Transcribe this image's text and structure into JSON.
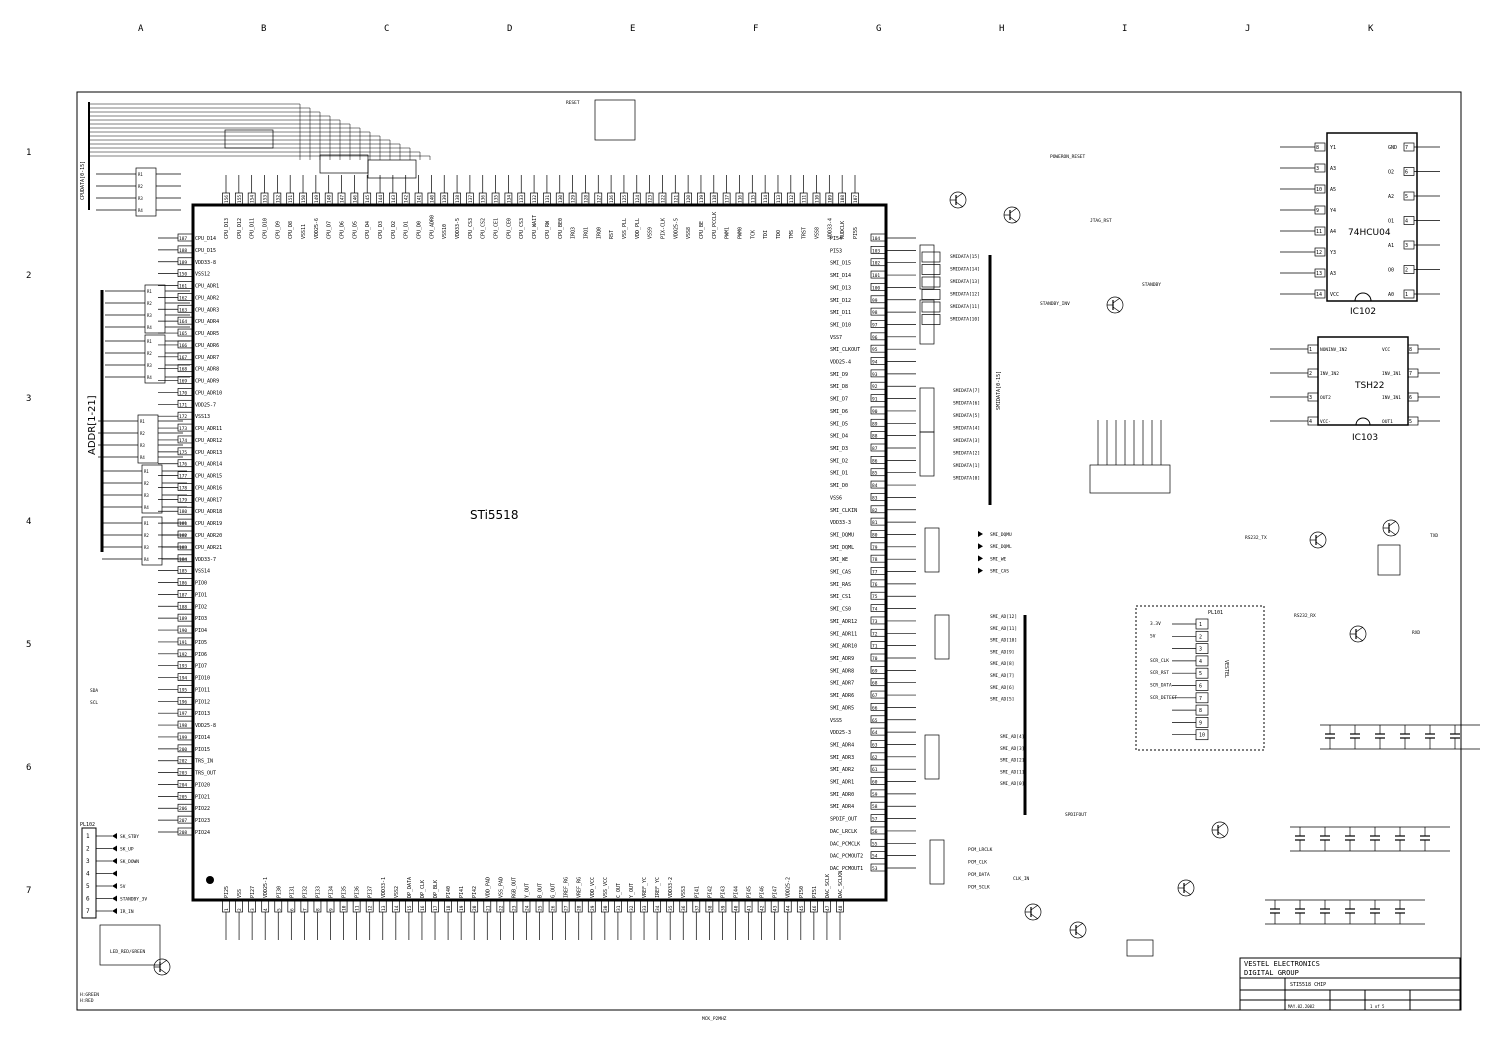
{
  "grid": {
    "columns": [
      "A",
      "B",
      "C",
      "D",
      "E",
      "F",
      "G",
      "H",
      "I",
      "J",
      "K"
    ],
    "rows": [
      "1",
      "2",
      "3",
      "4",
      "5",
      "6",
      "7"
    ]
  },
  "chip_main": {
    "name": "STi5518",
    "left_pins": [
      {
        "num": "187",
        "name": "CPU_D14"
      },
      {
        "num": "188",
        "name": "CPU_D15"
      },
      {
        "num": "189",
        "name": "VDD33-8"
      },
      {
        "num": "150",
        "name": "VSS12"
      },
      {
        "num": "161",
        "name": "CPU_ADR1"
      },
      {
        "num": "162",
        "name": "CPU_ADR2"
      },
      {
        "num": "163",
        "name": "CPU_ADR3"
      },
      {
        "num": "164",
        "name": "CPU_ADR4"
      },
      {
        "num": "165",
        "name": "CPU_ADR5"
      },
      {
        "num": "166",
        "name": "CPU_ADR6"
      },
      {
        "num": "167",
        "name": "CPU_ADR7"
      },
      {
        "num": "168",
        "name": "CPU_ADR8"
      },
      {
        "num": "169",
        "name": "CPU_ADR9"
      },
      {
        "num": "170",
        "name": "CPU_ADR10"
      },
      {
        "num": "171",
        "name": "VDD25-7"
      },
      {
        "num": "172",
        "name": "VSS13"
      },
      {
        "num": "173",
        "name": "CPU_ADR11"
      },
      {
        "num": "174",
        "name": "CPU_ADR12"
      },
      {
        "num": "175",
        "name": "CPU_ADR13"
      },
      {
        "num": "176",
        "name": "CPU_ADR14"
      },
      {
        "num": "177",
        "name": "CPU_ADR15"
      },
      {
        "num": "178",
        "name": "CPU_ADR16"
      },
      {
        "num": "179",
        "name": "CPU_ADR17"
      },
      {
        "num": "180",
        "name": "CPU_ADR18"
      },
      {
        "num": "181",
        "name": "CPU_ADR19"
      },
      {
        "num": "182",
        "name": "CPU_ADR20"
      },
      {
        "num": "183",
        "name": "CPU_ADR21"
      },
      {
        "num": "184",
        "name": "VDD33-7"
      },
      {
        "num": "185",
        "name": "VSS14"
      },
      {
        "num": "186",
        "name": "PIO0"
      },
      {
        "num": "187",
        "name": "PIO1"
      },
      {
        "num": "188",
        "name": "PIO2"
      },
      {
        "num": "189",
        "name": "PIO3"
      },
      {
        "num": "190",
        "name": "PIO4"
      },
      {
        "num": "191",
        "name": "PIO5"
      },
      {
        "num": "192",
        "name": "PIO6"
      },
      {
        "num": "193",
        "name": "PIO7"
      },
      {
        "num": "194",
        "name": "PIO10"
      },
      {
        "num": "195",
        "name": "PIO11"
      },
      {
        "num": "196",
        "name": "PIO12"
      },
      {
        "num": "197",
        "name": "PIO13"
      },
      {
        "num": "198",
        "name": "VDD25-8"
      },
      {
        "num": "199",
        "name": "PIO14"
      },
      {
        "num": "200",
        "name": "PIO15"
      },
      {
        "num": "202",
        "name": "TRS_IN"
      },
      {
        "num": "203",
        "name": "TRS_OUT"
      },
      {
        "num": "204",
        "name": "PIO20"
      },
      {
        "num": "205",
        "name": "PIO21"
      },
      {
        "num": "206",
        "name": "PIO22"
      },
      {
        "num": "207",
        "name": "PIO23"
      },
      {
        "num": "208",
        "name": "PIO24"
      }
    ],
    "right_pins": [
      {
        "num": "104",
        "name": "PI54"
      },
      {
        "num": "103",
        "name": "PI53"
      },
      {
        "num": "102",
        "name": "SMI_D15"
      },
      {
        "num": "101",
        "name": "SMI_D14"
      },
      {
        "num": "100",
        "name": "SMI_D13"
      },
      {
        "num": "99",
        "name": "SMI_D12"
      },
      {
        "num": "98",
        "name": "SMI_D11"
      },
      {
        "num": "97",
        "name": "SMI_D10"
      },
      {
        "num": "96",
        "name": "VSS7"
      },
      {
        "num": "95",
        "name": "SMI_CLKOUT"
      },
      {
        "num": "94",
        "name": "VDD25-4"
      },
      {
        "num": "93",
        "name": "SMI_D9"
      },
      {
        "num": "92",
        "name": "SMI_D8"
      },
      {
        "num": "91",
        "name": "SMI_D7"
      },
      {
        "num": "90",
        "name": "SMI_D6"
      },
      {
        "num": "89",
        "name": "SMI_D5"
      },
      {
        "num": "88",
        "name": "SMI_D4"
      },
      {
        "num": "87",
        "name": "SMI_D3"
      },
      {
        "num": "86",
        "name": "SMI_D2"
      },
      {
        "num": "85",
        "name": "SMI_D1"
      },
      {
        "num": "84",
        "name": "SMI_D0"
      },
      {
        "num": "83",
        "name": "VSS6"
      },
      {
        "num": "82",
        "name": "SMI_CLKIN"
      },
      {
        "num": "81",
        "name": "VDD33-3"
      },
      {
        "num": "80",
        "name": "SMI_DQMU"
      },
      {
        "num": "79",
        "name": "SMI_DQML"
      },
      {
        "num": "78",
        "name": "SMI_WE"
      },
      {
        "num": "77",
        "name": "SMI_CAS"
      },
      {
        "num": "76",
        "name": "SMI_RAS"
      },
      {
        "num": "75",
        "name": "SMI_CS1"
      },
      {
        "num": "74",
        "name": "SMI_CS0"
      },
      {
        "num": "73",
        "name": "SMI_ADR12"
      },
      {
        "num": "72",
        "name": "SMI_ADR11"
      },
      {
        "num": "71",
        "name": "SMI_ADR10"
      },
      {
        "num": "70",
        "name": "SMI_ADR9"
      },
      {
        "num": "69",
        "name": "SMI_ADR8"
      },
      {
        "num": "68",
        "name": "SMI_ADR7"
      },
      {
        "num": "67",
        "name": "SMI_ADR6"
      },
      {
        "num": "66",
        "name": "SMI_ADR5"
      },
      {
        "num": "65",
        "name": "VSS5"
      },
      {
        "num": "64",
        "name": "VDD25-3"
      },
      {
        "num": "63",
        "name": "SMI_ADR4"
      },
      {
        "num": "62",
        "name": "SMI_ADR3"
      },
      {
        "num": "61",
        "name": "SMI_ADR2"
      },
      {
        "num": "60",
        "name": "SMI_ADR1"
      },
      {
        "num": "59",
        "name": "SMI_ADR0"
      },
      {
        "num": "58",
        "name": "SMI_ADR4"
      },
      {
        "num": "57",
        "name": "SPDIF_OUT"
      },
      {
        "num": "56",
        "name": "DAC_LRCLK"
      },
      {
        "num": "55",
        "name": "DAC_PCMCLK"
      },
      {
        "num": "54",
        "name": "DAC_PCMOUT2"
      },
      {
        "num": "53",
        "name": "DAC_PCMOUT1"
      }
    ],
    "top_pins": [
      {
        "num": "156",
        "name": "CPU_D13"
      },
      {
        "num": "155",
        "name": "CPU_D12"
      },
      {
        "num": "154",
        "name": "CPU_D11"
      },
      {
        "num": "153",
        "name": "CPU_D10"
      },
      {
        "num": "152",
        "name": "CPU_D9"
      },
      {
        "num": "151",
        "name": "CPU_D8"
      },
      {
        "num": "150",
        "name": "VSS11"
      },
      {
        "num": "149",
        "name": "VDD25-6"
      },
      {
        "num": "148",
        "name": "CPU_D7"
      },
      {
        "num": "147",
        "name": "CPU_D6"
      },
      {
        "num": "146",
        "name": "CPU_D5"
      },
      {
        "num": "145",
        "name": "CPU_D4"
      },
      {
        "num": "144",
        "name": "CPU_D3"
      },
      {
        "num": "143",
        "name": "CPU_D2"
      },
      {
        "num": "142",
        "name": "CPU_D1"
      },
      {
        "num": "141",
        "name": "CPU_D0"
      },
      {
        "num": "140",
        "name": "CPU_ADR0"
      },
      {
        "num": "139",
        "name": "VSS10"
      },
      {
        "num": "138",
        "name": "VDD33-5"
      },
      {
        "num": "137",
        "name": "CPU_CS3"
      },
      {
        "num": "136",
        "name": "CPU_CS2"
      },
      {
        "num": "135",
        "name": "CPU_CE1"
      },
      {
        "num": "134",
        "name": "CPU_CE0"
      },
      {
        "num": "133",
        "name": "CPU_CS3"
      },
      {
        "num": "132",
        "name": "CPU_WAIT"
      },
      {
        "num": "131",
        "name": "CPU_RW"
      },
      {
        "num": "130",
        "name": "CPU_BE0"
      },
      {
        "num": "129",
        "name": "IRQ3"
      },
      {
        "num": "128",
        "name": "IRQ1"
      },
      {
        "num": "127",
        "name": "IRQ0"
      },
      {
        "num": "126",
        "name": "RST"
      },
      {
        "num": "125",
        "name": "VSS_PLL"
      },
      {
        "num": "124",
        "name": "VDD_PLL"
      },
      {
        "num": "123",
        "name": "VSS9"
      },
      {
        "num": "122",
        "name": "PIX-CLK"
      },
      {
        "num": "121",
        "name": "VDD25-5"
      },
      {
        "num": "120",
        "name": "VSS8"
      },
      {
        "num": "119",
        "name": "CPU_BE"
      },
      {
        "num": "118",
        "name": "CPU_PCCLK"
      },
      {
        "num": "117",
        "name": "PWM1"
      },
      {
        "num": "116",
        "name": "PWM0"
      },
      {
        "num": "115",
        "name": "TCK"
      },
      {
        "num": "114",
        "name": "TDI"
      },
      {
        "num": "113",
        "name": "TDO"
      },
      {
        "num": "112",
        "name": "TMS"
      },
      {
        "num": "111",
        "name": "TRST"
      },
      {
        "num": "110",
        "name": "VSS8"
      },
      {
        "num": "109",
        "name": "VDD33-4"
      },
      {
        "num": "108",
        "name": "AUDCLK"
      },
      {
        "num": "107",
        "name": "PI55"
      }
    ],
    "bottom_pins": [
      {
        "num": "1",
        "name": "PI25"
      },
      {
        "num": "2",
        "name": "VSS"
      },
      {
        "num": "3",
        "name": "PI27"
      },
      {
        "num": "4",
        "name": "VDD25-1"
      },
      {
        "num": "5",
        "name": "PI30"
      },
      {
        "num": "6",
        "name": "PI31"
      },
      {
        "num": "7",
        "name": "PI32"
      },
      {
        "num": "8",
        "name": "PI33"
      },
      {
        "num": "9",
        "name": "PI34"
      },
      {
        "num": "10",
        "name": "PI35"
      },
      {
        "num": "11",
        "name": "PI36"
      },
      {
        "num": "12",
        "name": "PI37"
      },
      {
        "num": "13",
        "name": "VDD33-1"
      },
      {
        "num": "14",
        "name": "VSS2"
      },
      {
        "num": "15",
        "name": "DP_DATA"
      },
      {
        "num": "16",
        "name": "DP_CLK"
      },
      {
        "num": "17",
        "name": "DP_BLK"
      },
      {
        "num": "18",
        "name": "PI40"
      },
      {
        "num": "19",
        "name": "PI41"
      },
      {
        "num": "20",
        "name": "PI42"
      },
      {
        "num": "21",
        "name": "VDD_PAD"
      },
      {
        "num": "22",
        "name": "VSS_PAD"
      },
      {
        "num": "23",
        "name": "RGB_OUT"
      },
      {
        "num": "24",
        "name": "Y_OUT"
      },
      {
        "num": "25",
        "name": "B_OUT"
      },
      {
        "num": "26",
        "name": "G_OUT"
      },
      {
        "num": "27",
        "name": "IREF_RG"
      },
      {
        "num": "28",
        "name": "VREF_RG"
      },
      {
        "num": "29",
        "name": "VDD_VCC"
      },
      {
        "num": "30",
        "name": "VSS_VCC"
      },
      {
        "num": "31",
        "name": "C_OUT"
      },
      {
        "num": "32",
        "name": "Y_OUT"
      },
      {
        "num": "33",
        "name": "VREF_YC"
      },
      {
        "num": "34",
        "name": "IREF_YC"
      },
      {
        "num": "35",
        "name": "VDD33-2"
      },
      {
        "num": "36",
        "name": "VSS3"
      },
      {
        "num": "37",
        "name": "PI41"
      },
      {
        "num": "38",
        "name": "PI42"
      },
      {
        "num": "39",
        "name": "PI43"
      },
      {
        "num": "40",
        "name": "PI44"
      },
      {
        "num": "41",
        "name": "PI45"
      },
      {
        "num": "42",
        "name": "PI46"
      },
      {
        "num": "43",
        "name": "PI47"
      },
      {
        "num": "44",
        "name": "VDD25-2"
      },
      {
        "num": "45",
        "name": "PI50"
      },
      {
        "num": "46",
        "name": "PI51"
      },
      {
        "num": "47",
        "name": "DAC_SCLK"
      },
      {
        "num": "48",
        "name": "DAC_SCLKN"
      }
    ]
  },
  "ic102": {
    "name": "74HCU04",
    "ref": "IC102",
    "left_pins": [
      {
        "num": "8",
        "name": "Y1"
      },
      {
        "num": "3",
        "name": "A3"
      },
      {
        "num": "10",
        "name": "A5"
      },
      {
        "num": "9",
        "name": "Y4"
      },
      {
        "num": "11",
        "name": "A4"
      },
      {
        "num": "12",
        "name": "Y3"
      },
      {
        "num": "13",
        "name": "A3"
      },
      {
        "num": "14",
        "name": "VCC"
      }
    ],
    "right_pins": [
      {
        "num": "7",
        "name": "GND"
      },
      {
        "num": "6",
        "name": "O2"
      },
      {
        "num": "5",
        "name": "A2"
      },
      {
        "num": "4",
        "name": "O1"
      },
      {
        "num": "3",
        "name": "A1"
      },
      {
        "num": "2",
        "name": "O0"
      },
      {
        "num": "1",
        "name": "A0"
      }
    ]
  },
  "ic103": {
    "name": "TSH22",
    "ref": "IC103",
    "left_pins": [
      {
        "num": "1",
        "name": "NONINV_IN2"
      },
      {
        "num": "2",
        "name": "INV_IN2"
      },
      {
        "num": "3",
        "name": "OUT2"
      },
      {
        "num": "4",
        "name": "VCC-"
      }
    ],
    "right_pins": [
      {
        "num": "8",
        "name": "VCC"
      },
      {
        "num": "7",
        "name": "INV_IN1"
      },
      {
        "num": "6",
        "name": "INV_IN1"
      },
      {
        "num": "5",
        "name": "OUT1"
      }
    ]
  },
  "pl101": {
    "ref": "PL101",
    "header": "VESTEL",
    "pins": [
      "1",
      "2",
      "3",
      "4",
      "5",
      "6",
      "7",
      "8",
      "9",
      "10"
    ],
    "labels": [
      "3.3V",
      "5V",
      "",
      "SCR_CLK",
      "SCR_RST",
      "SCR_DATA",
      "SCR_DETECT"
    ]
  },
  "pl102": {
    "ref": "PL102",
    "labels": [
      "SK_STBY",
      "SK_UP",
      "SK_DOWN",
      "",
      "5V",
      "STANDBY_3V",
      "IR_IN"
    ]
  },
  "addr_bus": {
    "label": "ADDR[1-21]"
  },
  "data_bus": {
    "label": "CPUDATA[0-15]"
  },
  "smi_bus": {
    "label": "SMIDATA[0-15]"
  },
  "nets": {
    "right_upper": [
      "SMIDATA[15]",
      "SMIDATA[14]",
      "SMIDATA[13]",
      "SMIDATA[12]",
      "SMIDATA[11]",
      "SMIDATA[10]"
    ],
    "right_mid": [
      "SMIDATA[7]",
      "SMIDATA[6]",
      "SMIDATA[5]",
      "SMIDATA[4]",
      "SMIDATA[3]",
      "SMIDATA[2]",
      "SMIDATA[1]",
      "SMIDATA[0]"
    ],
    "right_ctl": [
      "SMI_DQMU",
      "SMI_DQML",
      "SMI_WE",
      "SMI_CAS"
    ],
    "right_addr": [
      "SMI_AD[12]",
      "SMI_AD[11]",
      "SMI_AD[10]",
      "SMI_AD[9]",
      "SMI_AD[8]",
      "SMI_AD[7]",
      "SMI_AD[6]",
      "SMI_AD[5]"
    ],
    "right_addr2": [
      "SMI_AD[4]",
      "SMI_AD[3]",
      "SMI_AD[2]",
      "SMI_AD[1]",
      "SMI_AD[0]"
    ],
    "pcm": [
      "PCM_LRCLK",
      "PCM_CLK",
      "PCM_DATA",
      "PCM_SCLK"
    ],
    "misc": [
      "RESET",
      "STANDBY",
      "STANDBY_INV",
      "POWERON_RESET",
      "JTAG_RST",
      "SPDIFOUT",
      "TXD",
      "RXD",
      "RS232_TX",
      "RS232_RX",
      "SDA",
      "SCL",
      "CLK_IN",
      "MCK_P2MHZ",
      "LED_RED/GREEN",
      "H:GREEN",
      "H:RED"
    ]
  },
  "title_block": {
    "company": "VESTEL ELECTRONICS",
    "group": "DIGITAL GROUP",
    "drawing": "STI5518 CHIP",
    "date": "MAY.02.2002",
    "sheet": "1 of 5"
  },
  "colors": {
    "ink": "#000000",
    "paper": "#ffffff"
  }
}
